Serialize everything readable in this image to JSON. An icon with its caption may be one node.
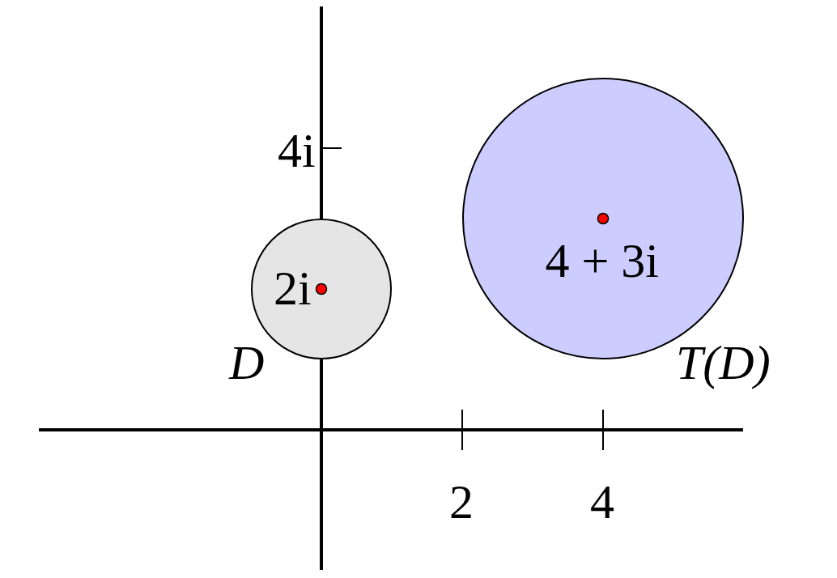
{
  "diagram": {
    "nodes": [
      {
        "text": [
          "2i"
        ],
        "beside": [
          "D"
        ]
      },
      {
        "text": [
          "4 + 3i"
        ],
        "beside": [
          "T(D)"
        ]
      }
    ],
    "labels": [
      "4i",
      "2",
      "4"
    ]
  }
}
